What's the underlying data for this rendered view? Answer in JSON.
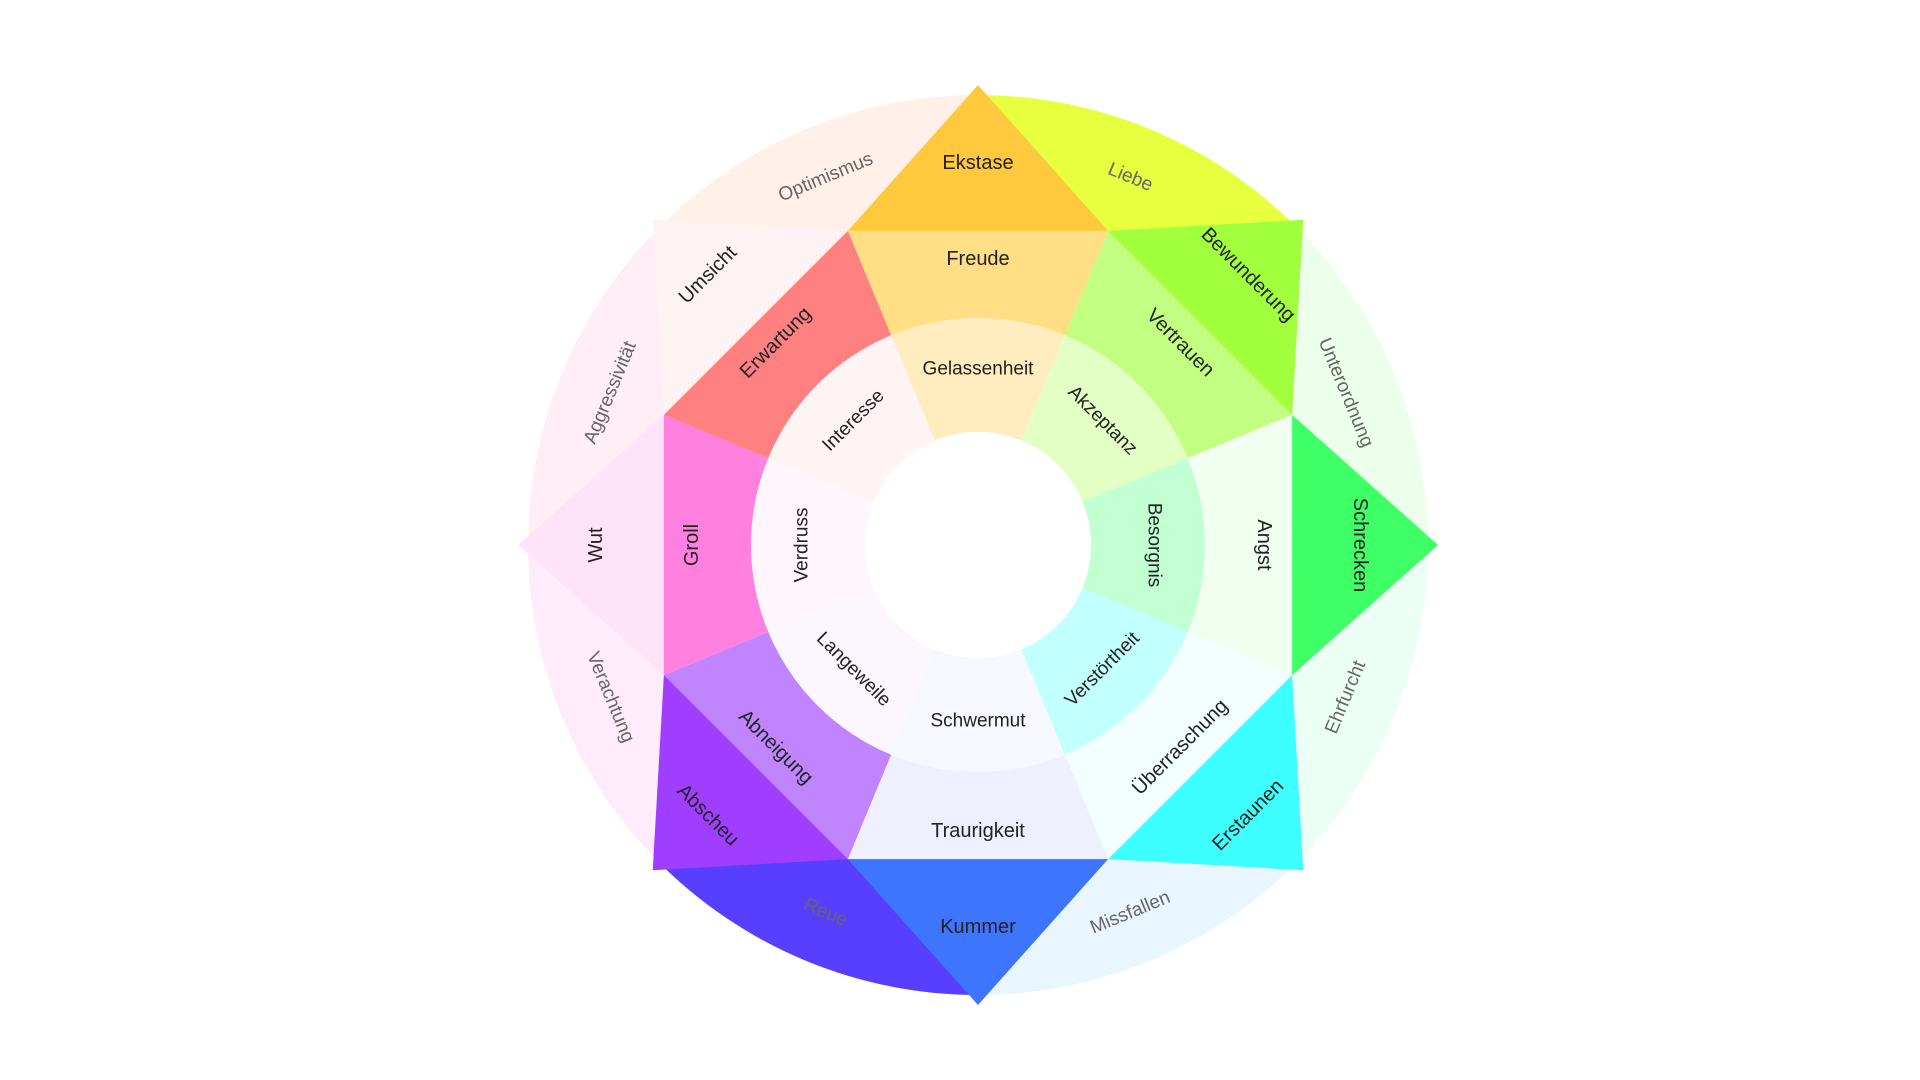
{
  "emotions": [
    {
      "intense": "Ekstase",
      "basic": "Freude",
      "mild": "Gelassenheit",
      "intense_color": "#FFC93E",
      "basic_color": "#FFDE85",
      "mild_color": "#FFEDBF"
    },
    {
      "intense": "Bewunderung",
      "basic": "Vertrauen",
      "mild": "Akzeptanz",
      "intense_color": "#A2FF3E",
      "basic_color": "#C2FF80",
      "mild_color": "#E2FFC4"
    },
    {
      "intense": "Schrecken",
      "basic": "Angst",
      "mild": "Besorgnis",
      "intense_color": "#3EFF66",
      "basic_color": "#F0FFF0",
      "mild_color": "#C2FFD2"
    },
    {
      "intense": "Erstaunen",
      "basic": "Überraschung",
      "mild": "Verstörtheit",
      "intense_color": "#3EFFFF",
      "basic_color": "#F2FFFE",
      "mild_color": "#C2FFFF"
    },
    {
      "intense": "Kummer",
      "basic": "Traurigkeit",
      "mild": "Schwermut",
      "intense_color": "#3E75FF",
      "basic_color": "#EEF0FF",
      "mild_color": "#F7F7FF"
    },
    {
      "intense": "Abscheu",
      "basic": "Abneigung",
      "mild": "Langeweile",
      "intense_color": "#A03EFF",
      "basic_color": "#C084FF",
      "mild_color": "#FBF6FF"
    },
    {
      "intense": "Wut",
      "basic": "Groll",
      "mild": "Verdruss",
      "intense_color": "#FFE4F7",
      "basic_color": "#FF80DE",
      "mild_color": "#FFF6FD"
    },
    {
      "intense": "Umsicht",
      "basic": "Erwartung",
      "mild": "Interesse",
      "intense_color": "#FFF2F2",
      "basic_color": "#FF8080",
      "mild_color": "#FFF4F4"
    }
  ],
  "dyads": [
    {
      "label": "Liebe",
      "color": "#E6FF3E"
    },
    {
      "label": "Unterordnung",
      "color": "#EBFFEB"
    },
    {
      "label": "Ehrfurcht",
      "color": "#EBFFF4"
    },
    {
      "label": "Missfallen",
      "color": "#EAF6FF"
    },
    {
      "label": "Reue",
      "color": "#583EFF"
    },
    {
      "label": "Verachtung",
      "color": "#FFECFA"
    },
    {
      "label": "Aggressivität",
      "color": "#FFEEF6"
    },
    {
      "label": "Optimismus",
      "color": "#FFF1EA"
    }
  ],
  "text_colors": {
    "dark": "#222222",
    "muted": "#666666"
  }
}
